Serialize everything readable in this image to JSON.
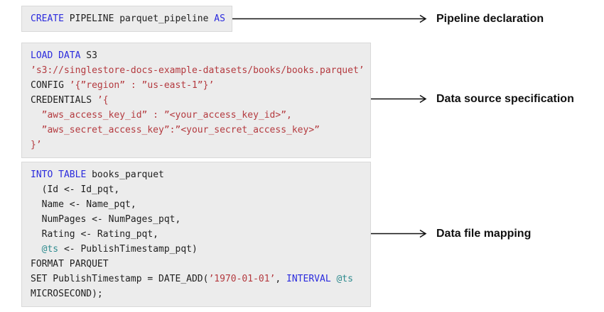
{
  "colors": {
    "keyword": "#2b2bdd",
    "string": "#b43a3f",
    "variable": "#2e8b8e",
    "code_text": "#1f1f1f",
    "block_bg": "#ececec",
    "block_border": "#d9d9d9",
    "label_text": "#111111",
    "arrow": "#111111"
  },
  "blocks": [
    {
      "id": "pipeline-declaration",
      "label": "Pipeline declaration",
      "lines": [
        [
          {
            "t": "CREATE",
            "c": "keyword"
          },
          {
            "t": " PIPELINE parquet_pipeline ",
            "c": "plain"
          },
          {
            "t": "AS",
            "c": "keyword"
          }
        ]
      ]
    },
    {
      "id": "data-source-specification",
      "label": "Data source specification",
      "lines": [
        [
          {
            "t": "LOAD DATA",
            "c": "keyword"
          },
          {
            "t": " S3",
            "c": "plain"
          }
        ],
        [
          {
            "t": "’s3://singlestore-docs-example-datasets/books/books.parquet’",
            "c": "string"
          }
        ],
        [
          {
            "t": "CONFIG ",
            "c": "plain"
          },
          {
            "t": "’{”region” : ”us-east-1”}’",
            "c": "string"
          }
        ],
        [
          {
            "t": "CREDENTIALS ",
            "c": "plain"
          },
          {
            "t": "’{",
            "c": "string"
          }
        ],
        [
          {
            "t": "  ”aws_access_key_id” : ”<your_access_key_id>”,",
            "c": "string"
          }
        ],
        [
          {
            "t": "  ”aws_secret_access_key”:”<your_secret_access_key>”",
            "c": "string"
          }
        ],
        [
          {
            "t": "}’",
            "c": "string"
          }
        ]
      ]
    },
    {
      "id": "data-file-mapping",
      "label": "Data file mapping",
      "lines": [
        [
          {
            "t": "INTO TABLE",
            "c": "keyword"
          },
          {
            "t": " books_parquet",
            "c": "plain"
          }
        ],
        [
          {
            "t": "  (Id <- Id_pqt,",
            "c": "plain"
          }
        ],
        [
          {
            "t": "  Name <- Name_pqt,",
            "c": "plain"
          }
        ],
        [
          {
            "t": "  NumPages <- NumPages_pqt,",
            "c": "plain"
          }
        ],
        [
          {
            "t": "  Rating <- Rating_pqt,",
            "c": "plain"
          }
        ],
        [
          {
            "t": "  ",
            "c": "plain"
          },
          {
            "t": "@ts",
            "c": "variable"
          },
          {
            "t": " <- PublishTimestamp_pqt)",
            "c": "plain"
          }
        ],
        [
          {
            "t": "FORMAT PARQUET",
            "c": "plain"
          }
        ],
        [
          {
            "t": "SET PublishTimestamp = DATE_ADD(",
            "c": "plain"
          },
          {
            "t": "’1970-01-01’",
            "c": "string"
          },
          {
            "t": ", ",
            "c": "plain"
          },
          {
            "t": "INTERVAL",
            "c": "keyword"
          },
          {
            "t": " ",
            "c": "plain"
          },
          {
            "t": "@ts",
            "c": "variable"
          }
        ],
        [
          {
            "t": "MICROSECOND);",
            "c": "plain"
          }
        ]
      ]
    }
  ]
}
